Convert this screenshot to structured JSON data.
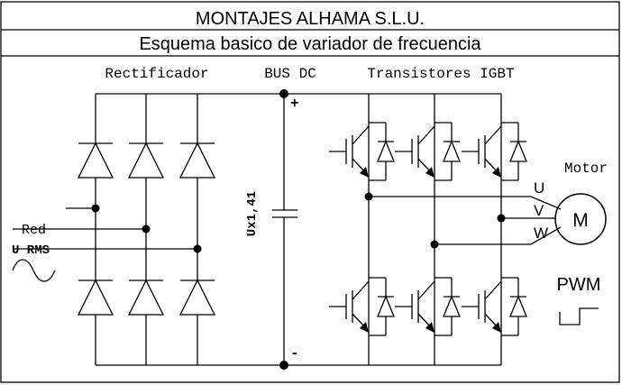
{
  "header": {
    "company": "MONTAJES ALHAMA S.L.U.",
    "subtitle": "Esquema basico de variador de frecuencia"
  },
  "labels": {
    "rectifier": "Rectificador",
    "bus": "BUS DC",
    "transistors": "Transistores IGBT",
    "motor": "Motor",
    "motor_symbol": "M",
    "phase_u": "U",
    "phase_v": "V",
    "phase_w": "W",
    "grid": "Red",
    "voltage": "U RMS",
    "bus_voltage": "Ux1,41",
    "plus": "+",
    "minus": "-",
    "pwm": "PWM"
  }
}
